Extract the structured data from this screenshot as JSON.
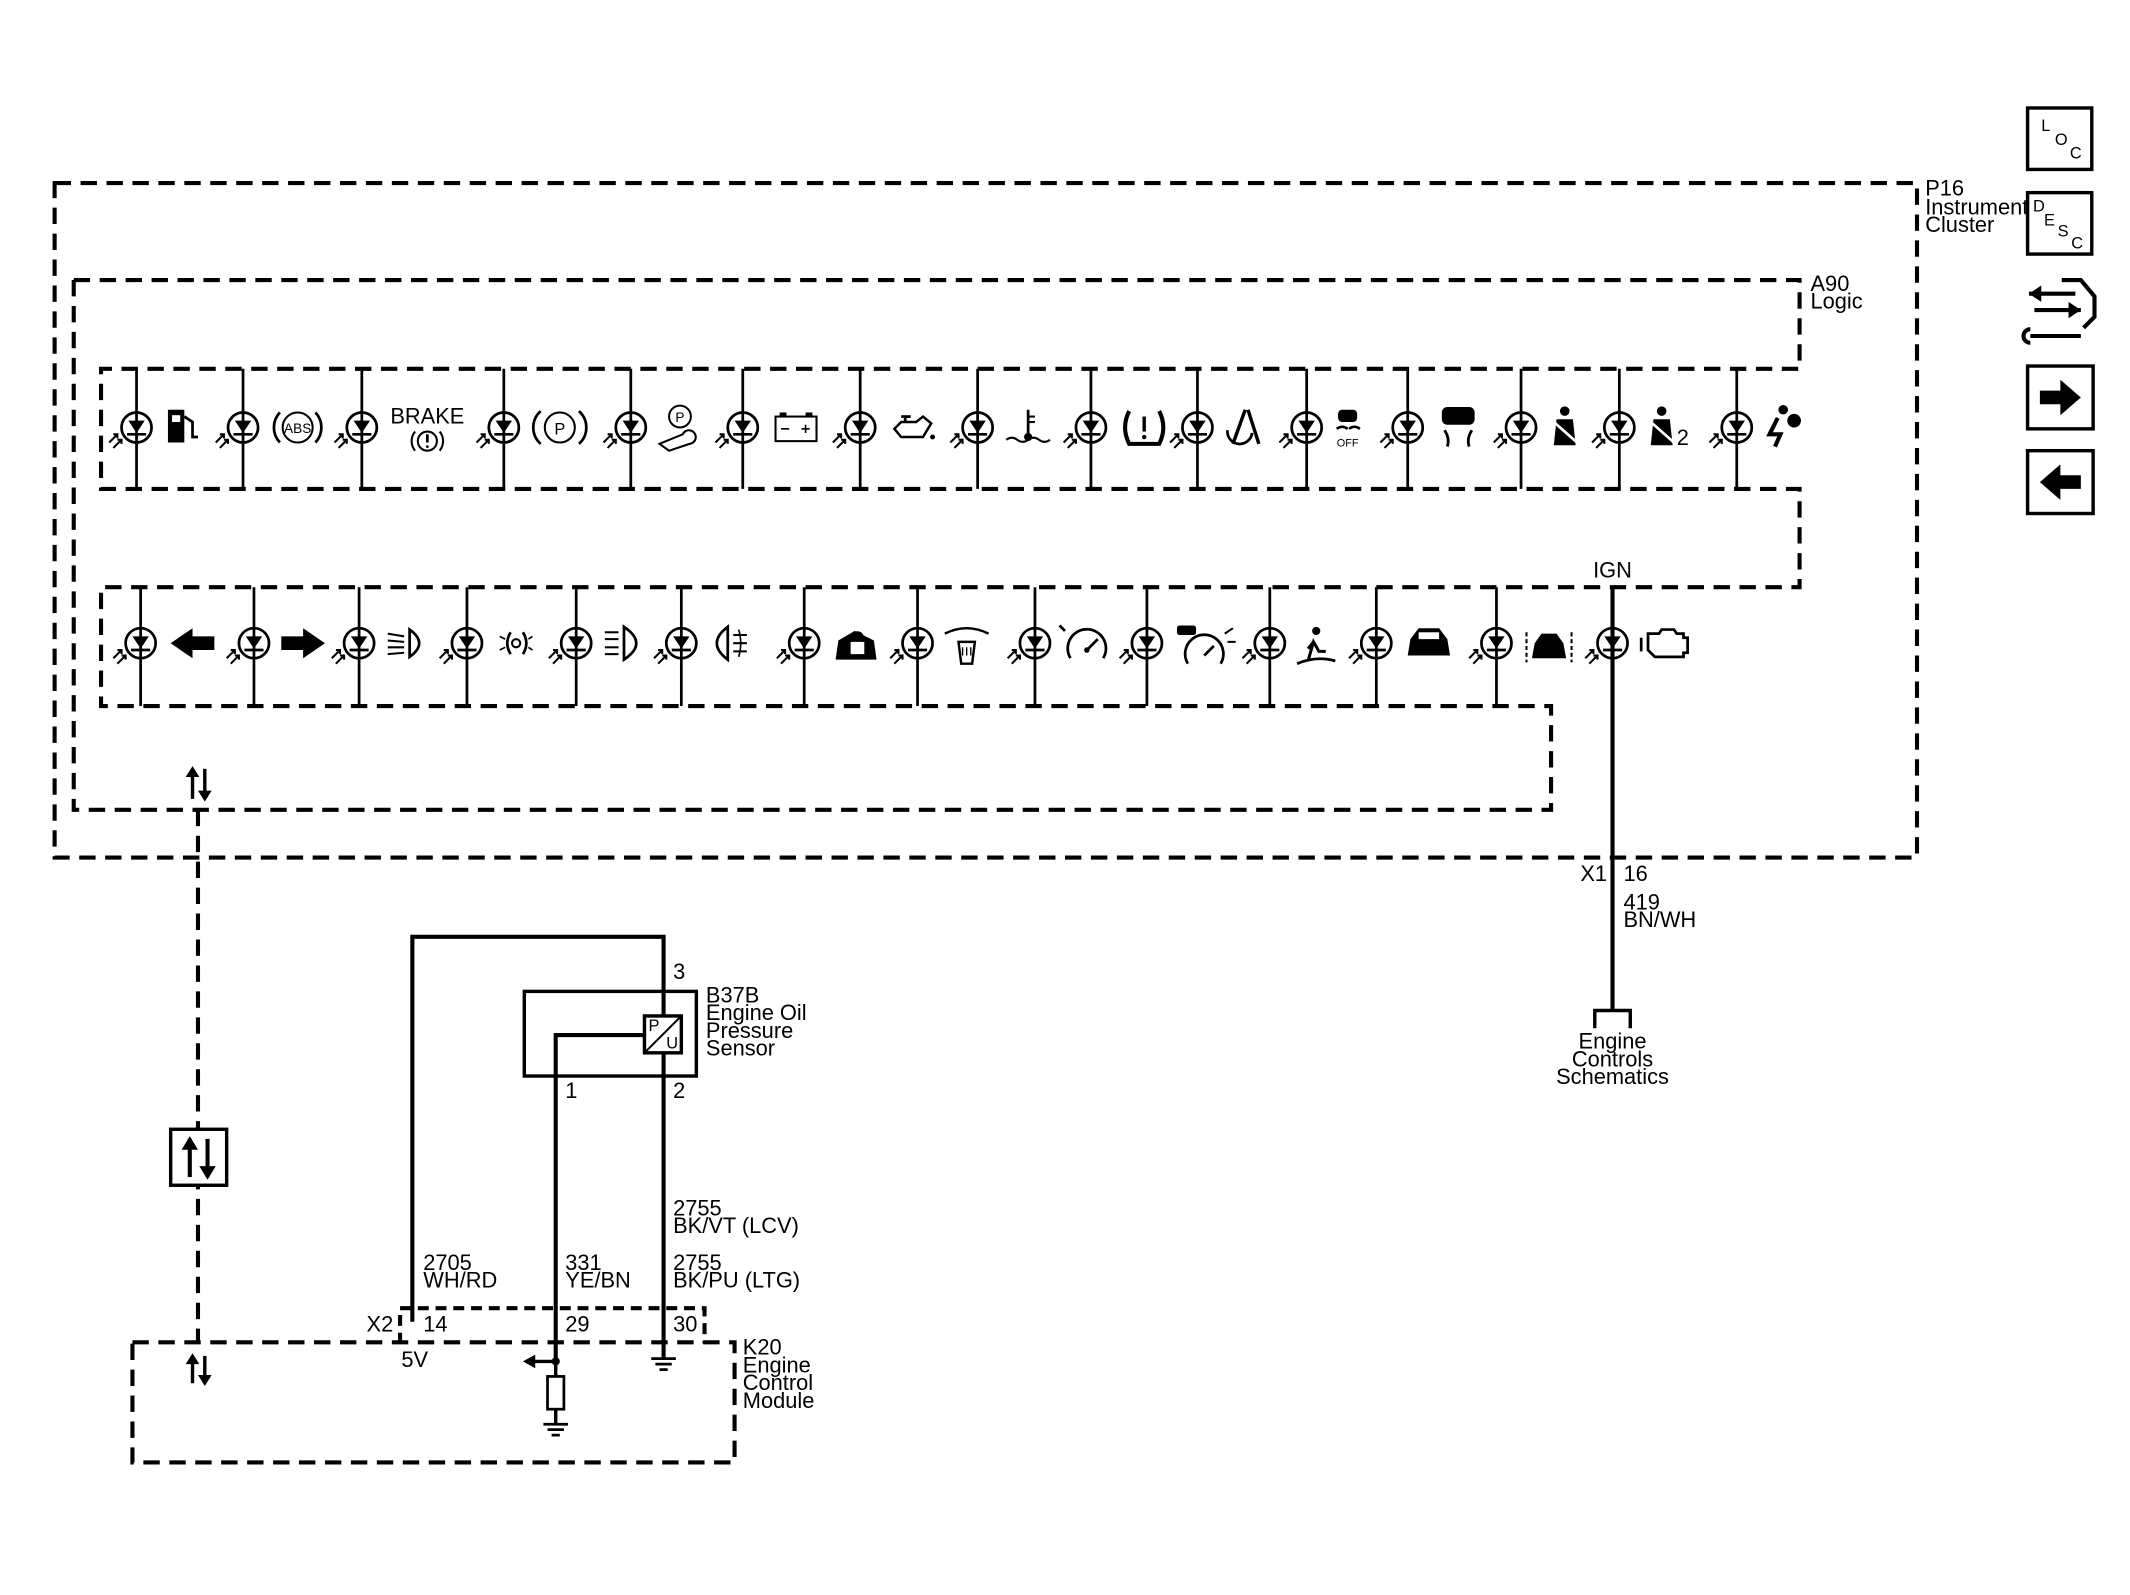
{
  "modules": {
    "p16": {
      "id": "P16",
      "line1": "Instrument",
      "line2": "Cluster"
    },
    "a90": {
      "id": "A90",
      "line1": "Logic"
    },
    "b37b": {
      "id": "B37B",
      "line1": "Engine Oil",
      "line2": "Pressure",
      "line3": "Sensor"
    },
    "k20": {
      "id": "K20",
      "line1": "Engine",
      "line2": "Control",
      "line3": "Module"
    }
  },
  "indicators": {
    "top": {
      "brake_text": "BRAKE",
      "abs_text": "ABS",
      "park_text": "P",
      "epb_text": "P",
      "traction_off_text": "OFF",
      "seatbelt2_text": "2",
      "names": [
        "low-fuel",
        "abs",
        "brake",
        "park-brake",
        "service-electric-park-brake",
        "battery",
        "oil-pressure",
        "coolant-temperature",
        "tire-pressure",
        "lane-keep",
        "traction-off",
        "stability-control",
        "seatbelt",
        "seatbelt-passenger",
        "airbag"
      ]
    },
    "bottom": {
      "names": [
        "turn-left",
        "turn-right",
        "low-beam",
        "park-lamps",
        "high-beam",
        "rear-fog",
        "security",
        "hill-descent",
        "cruise-control",
        "adaptive-cruise",
        "pedestrian-alert",
        "vehicle-ahead",
        "forward-collision",
        "check-engine"
      ],
      "ign_label": "IGN"
    }
  },
  "wires": {
    "ign": {
      "connector": "X1",
      "pin": "16",
      "circuit": "419",
      "color": "BN/WH"
    },
    "engine_controls": {
      "line1": "Engine",
      "line2": "Controls",
      "line3": "Schematics"
    },
    "sensor_pins": {
      "pin3": "3",
      "pin1": "1",
      "pin2": "2",
      "p_letter": "P",
      "u_letter": "U"
    },
    "w2705": {
      "circuit": "2705",
      "color": "WH/RD"
    },
    "w331": {
      "circuit": "331",
      "color": "YE/BN"
    },
    "w2755a": {
      "circuit": "2755",
      "color": "BK/VT (LCV)"
    },
    "w2755b": {
      "circuit": "2755",
      "color": "BK/PU (LTG)"
    },
    "x2": {
      "connector": "X2",
      "pin14": "14",
      "pin29": "29",
      "pin30": "30",
      "supply": "5V"
    }
  },
  "nav": {
    "loc": {
      "l1": "L",
      "l2": "O",
      "l3": "C"
    },
    "desc": {
      "l1": "D",
      "l2": "E",
      "l3": "S",
      "l4": "C"
    }
  }
}
